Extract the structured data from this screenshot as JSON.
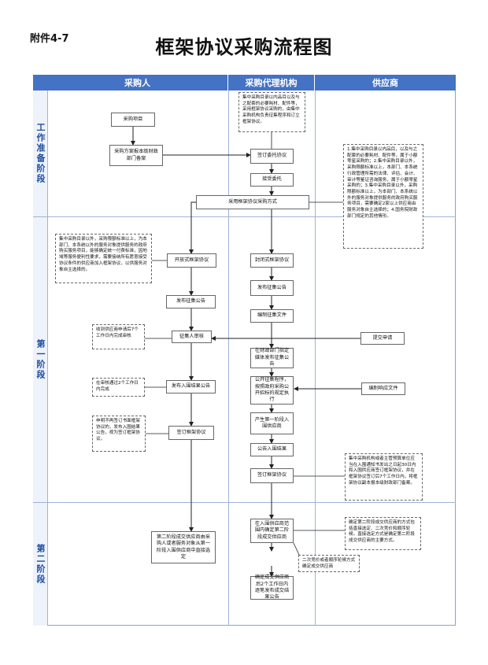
{
  "attachment": "附件4-7",
  "title": "框架协议采购流程图",
  "lanes": [
    "采购人",
    "采购代理机构",
    "供应商"
  ],
  "stages": [
    "工作准备阶段",
    "第一阶段",
    "第二阶段"
  ],
  "boxes": {
    "b1": "采购项目",
    "b2": "采购方案报本级财政部门备案",
    "b3": "签订委托协议",
    "b4": "接受委托",
    "b5": "采用框架协议采购方式",
    "b6": "开放式框架协议",
    "b7": "封闭式框架协议",
    "b8": "发布征集公告",
    "b9": "发布征集公告",
    "b10": "编制征集文件",
    "b11": "征集人审核",
    "b12": "提交申请",
    "b13": "在财政部门指定媒体发布征集公告",
    "b14": "发布入围结果公告",
    "b15": "公开征集程序，按照政府采购公开招标的规定执行",
    "b16": "编制响应文件",
    "b17": "产生第一阶段入围供应商",
    "b18": "签订框架协议",
    "b19": "公告入围结果",
    "b20": "签订框架协议",
    "b21": "在入围供应商范围内确定第二阶段成交供应商",
    "b22": "第二阶段成交供应商由采购人或者服务对象从第一阶段入围供应商中直接选定",
    "b23": "确定成交供应商后2个工作日内逐笔发布成交结果公告"
  },
  "notes": {
    "n1": "集中采购目录以内品目以及与之配套的必要耗材、配件等，采用框架协议采购的，由集中采购机构负责征集程序和订立框架协议。",
    "n2": "1.集中采购目录以内品目，以及与之配套的必要耗材、配件等，属于小额零星采购的；2.集中采购目录以外，采购限额标准以上，本部门、本系统行政管理所需的法律、评估、会计、审计等鉴证咨询服务，属于小额零星采购的；3.集中采购目录以外，采购限额标准以上，为本部门、本系统以外的服务对象提供服务的政府购买服务项目，需要确定2家以上供应商由服务对象自主选择的；4.国务院财政部门规定的其他情形。",
    "n3": "集中采购目录以外，采购限额标准以上，为本部门、本系统以外的服务对象提供服务的政府购买服务项目，能够确定统一付费标准，因地域等服务便利性要求，需要接纳所有愿意接受协议条件的供应商加入框架协议，以供服务对象自主选择的。",
    "n4": "收到供应商申请后7个工作日内完成审核",
    "n5": "在审核通过2个工作日内完成",
    "n6": "申明不再签订书面框架协议的，发布入围结果公告，视为签订框架协议。",
    "n7": "集中采购机构或者主管预算单位应当在入围通知书发出之日起30日内和入围供应商签订框架协议，并在框架协议签订后7个工作日内，将框架协议副本报本级财政部门备案。",
    "n8": "确定第二阶段成交供应商的方式包括直接选定、二次竞价和顺序轮候。直接选定方式是确定第二阶段成交供应商的主要方式。",
    "n9": "二次竞价或者顺序轮候方式确定成交供应商"
  },
  "colors": {
    "header": "#4472c4",
    "stage_text": "#1f4fa0",
    "grid": "#9fb3d6"
  }
}
